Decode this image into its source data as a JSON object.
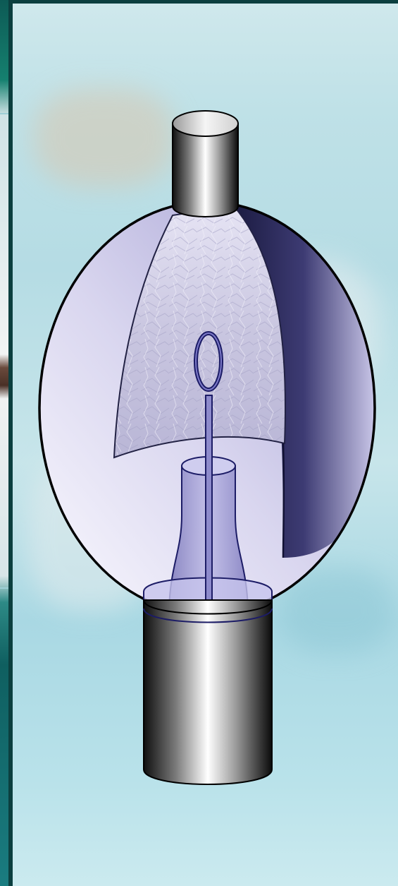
{
  "image": {
    "subject": "",
    "parts": [
      "top-cap",
      "glass-bulb",
      "reflector-sheet",
      "loop-electrode",
      "support-rod",
      "inner-glass-stem",
      "base-cap"
    ]
  },
  "colors": {
    "background": "#b9dfe6",
    "frame": "#0b3f3f",
    "bulb_light": "#f4f2fa",
    "bulb_dark": "#2a2a55",
    "electrode": "#1c1c66",
    "metal_light": "#ffffff",
    "metal_dark": "#111111"
  }
}
